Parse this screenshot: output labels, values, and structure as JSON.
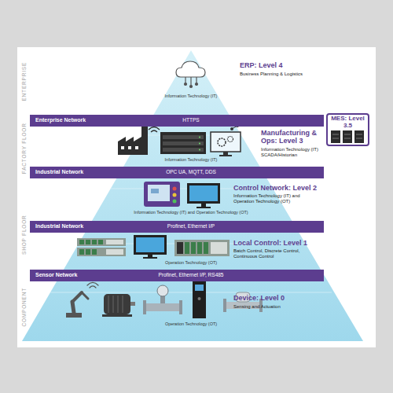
{
  "diagram": {
    "nodes": [
      {
        "text": [
          "Enterprise Network",
          "HTTPS"
        ]
      },
      {
        "text": [
          "MES: Level 3.5"
        ]
      },
      {
        "text": [
          "Industrial Network",
          "OPC UA, MQTT, DDS"
        ]
      },
      {
        "text": [
          "Industrial Network",
          "Profinet, Ethernet I/P"
        ]
      },
      {
        "text": [
          "Sensor Network",
          "Profinet, Ethernet I/P, RS485"
        ]
      }
    ],
    "labels": [
      "ENTERPRISE",
      "FACTORY FLOOR",
      "SHOP FLOOR",
      "COMPONENT",
      "ERP: Level 4",
      "Business Planning & Logistics",
      "Information Technology (IT)",
      "Manufacturing & Ops: Level 3",
      "Information Technology (IT) SCADA/Historian",
      "Information Technology (IT)",
      "Control Network: Level 2",
      "Information Technology (IT) and Operation Technology (OT)",
      "Information Technology (IT) and Operation Technology (OT)",
      "Local Control: Level 1",
      "Batch Control, Discrete Control, Continuous Control",
      "Operation Technology (OT)",
      "Device: Level 0",
      "Sensing and Actuation",
      "Operation Technology (OT)"
    ]
  }
}
